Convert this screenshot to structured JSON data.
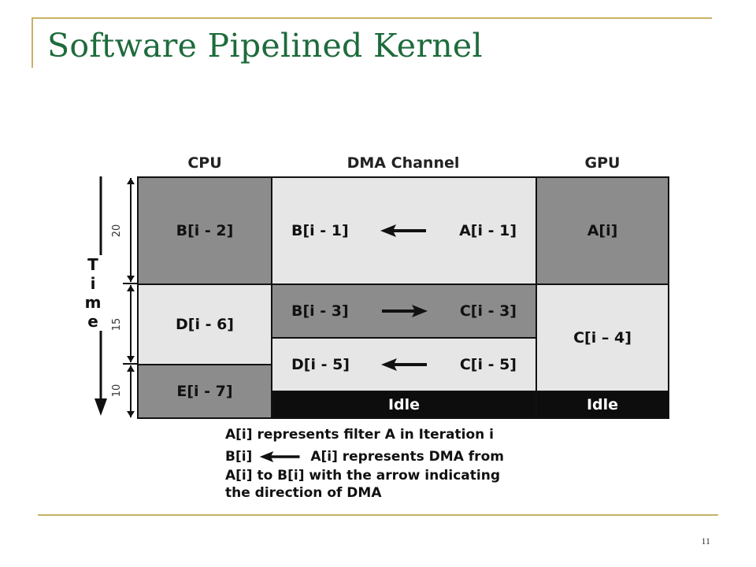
{
  "slide": {
    "title": "Software Pipelined Kernel",
    "page_number": "11"
  },
  "diagram": {
    "columns": {
      "cpu": "CPU",
      "dma": "DMA Channel",
      "gpu": "GPU"
    },
    "time_letters": [
      "T",
      "i",
      "m",
      "e"
    ],
    "durations": [
      "20",
      "15",
      "10"
    ],
    "cpu": [
      "B[i - 2]",
      "D[i - 6]",
      "E[i - 7]"
    ],
    "dma": [
      {
        "left": "B[i - 1]",
        "right": "A[i - 1]",
        "direction": "left"
      },
      {
        "left": "B[i - 3]",
        "right": "C[i - 3]",
        "direction": "right"
      },
      {
        "left": "D[i - 5]",
        "right": "C[i - 5]",
        "direction": "left"
      }
    ],
    "dma_idle": "Idle",
    "gpu": [
      "A[i]",
      "C[i – 4]"
    ],
    "gpu_idle": "Idle",
    "legend": {
      "line1": "A[i] represents filter A in Iteration i",
      "line2_left": "B[i]",
      "line2_right": "A[i] represents DMA from",
      "line3": "A[i] to B[i] with the arrow indicating",
      "line4": "the direction of DMA"
    }
  }
}
